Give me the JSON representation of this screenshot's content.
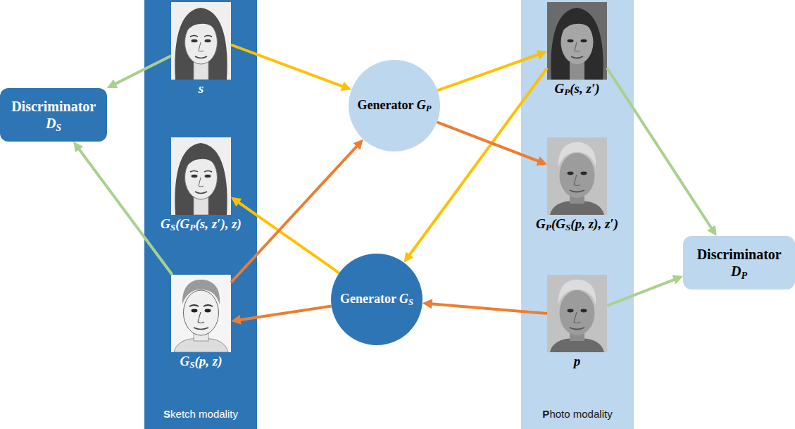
{
  "diagram": {
    "nodes": [
      {
        "text": [
          "Discriminator DS"
        ]
      },
      {
        "text": [
          "Sketch modality"
        ]
      },
      {
        "text": [
          "s"
        ],
        "in": 1
      },
      {
        "text": [
          "GS(GP(s, z′), z)"
        ],
        "in": 1
      },
      {
        "text": [
          "GS(p, z)"
        ],
        "in": 1
      },
      {
        "text": [
          "Generator GP"
        ]
      },
      {
        "text": [
          "Generator GS"
        ]
      },
      {
        "text": [
          "Photo modality"
        ]
      },
      {
        "text": [
          "GP(s, z′)"
        ],
        "in": 7
      },
      {
        "text": [
          "GP(GS(p, z), z′)"
        ],
        "in": 7
      },
      {
        "text": [
          "p"
        ],
        "in": 7
      },
      {
        "text": [
          "Discriminator DP"
        ]
      }
    ],
    "edges": [
      {
        "from": 2,
        "to": 0,
        "arrow": "to"
      },
      {
        "from": 4,
        "to": 0,
        "arrow": "to"
      },
      {
        "from": 2,
        "to": 5,
        "arrow": "to"
      },
      {
        "from": 5,
        "to": 8,
        "arrow": "to"
      },
      {
        "from": 8,
        "to": 6,
        "arrow": "to"
      },
      {
        "from": 6,
        "to": 3,
        "arrow": "to"
      },
      {
        "from": 10,
        "to": 6,
        "arrow": "to"
      },
      {
        "from": 6,
        "to": 4,
        "arrow": "to"
      },
      {
        "from": 4,
        "to": 5,
        "arrow": "to"
      },
      {
        "from": 5,
        "to": 9,
        "arrow": "to"
      },
      {
        "from": 8,
        "to": 11,
        "arrow": "to"
      },
      {
        "from": 10,
        "to": 11,
        "arrow": "to"
      }
    ]
  }
}
